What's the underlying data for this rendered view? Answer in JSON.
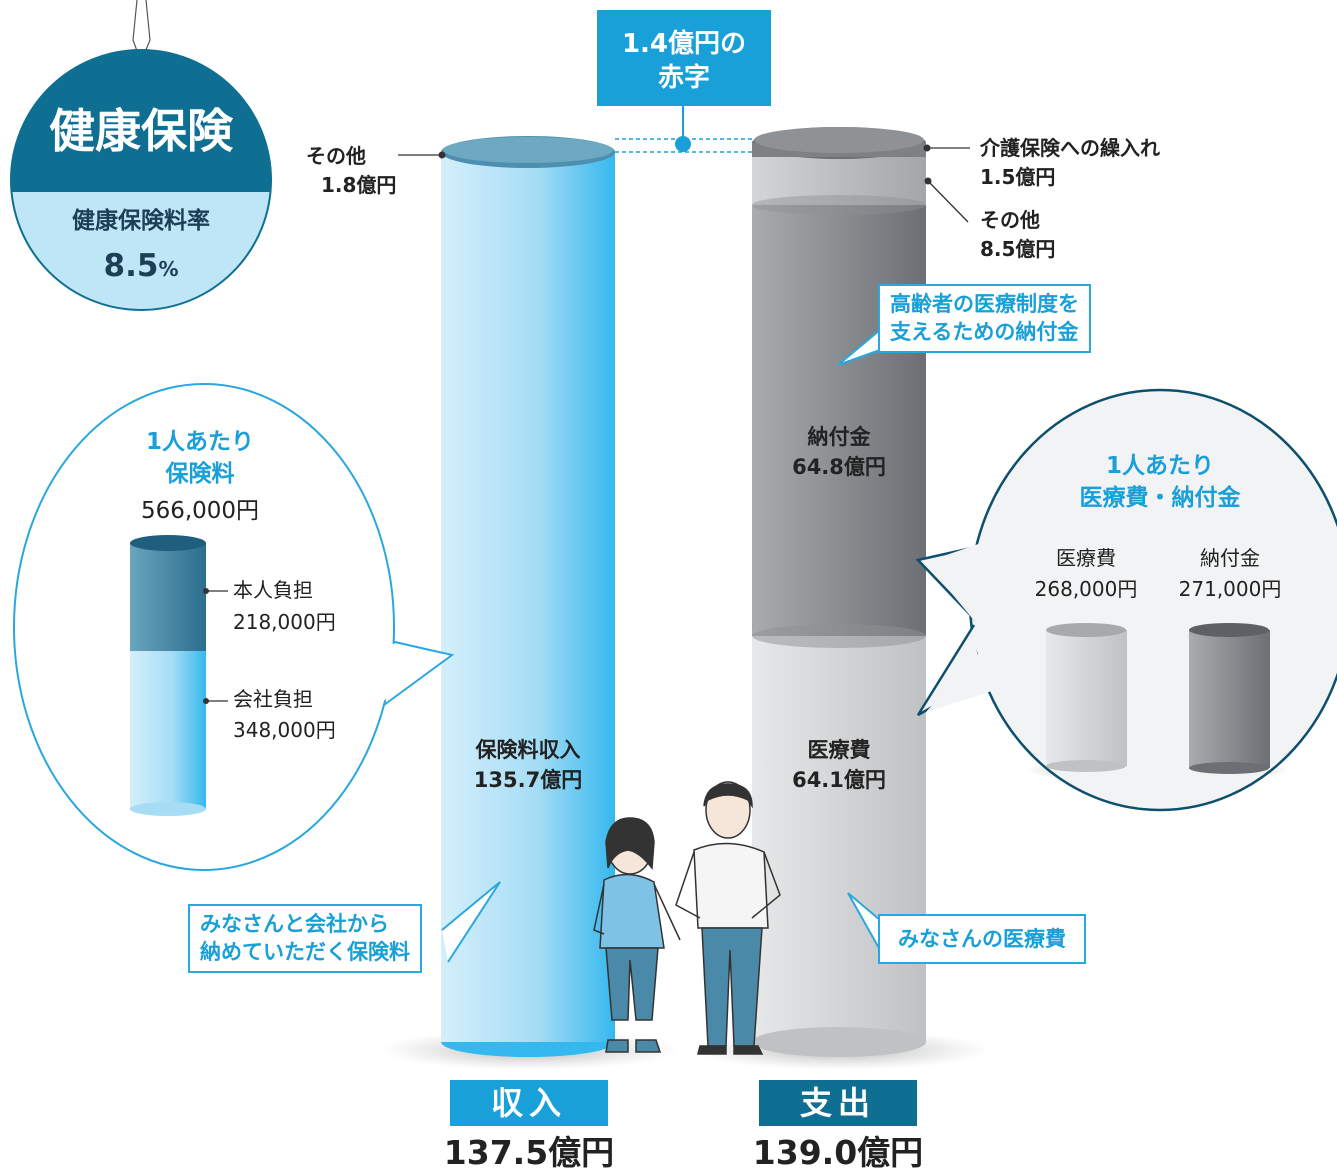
{
  "badge": {
    "title": "健康保険",
    "rate_label": "健康保険料率",
    "rate_value": "8.5",
    "rate_unit": "%"
  },
  "deficit": {
    "line1": "1.4億円の",
    "line2": "赤字"
  },
  "income": {
    "tag": "収入",
    "total": "137.5億円",
    "main_label": "保険料収入",
    "main_value": "135.7億円",
    "other_label": "その他",
    "other_value": "1.8億円",
    "callout_line1": "みなさんと会社から",
    "callout_line2": "納めていただく保険料"
  },
  "expense": {
    "tag": "支出",
    "total": "139.0億円",
    "care_label": "介護保険への繰入れ",
    "care_value": "1.5億円",
    "other_label": "その他",
    "other_value": "8.5億円",
    "contribution_label": "納付金",
    "contribution_value": "64.8億円",
    "medical_label": "医療費",
    "medical_value": "64.1億円",
    "elderly_callout_line1": "高齢者の医療制度を",
    "elderly_callout_line2": "支えるための納付金",
    "medical_callout": "みなさんの医療費"
  },
  "per_person_premium": {
    "title_line1": "1人あたり",
    "title_line2": "保険料",
    "total": "566,000円",
    "self_label": "本人負担",
    "self_value": "218,000円",
    "company_label": "会社負担",
    "company_value": "348,000円"
  },
  "per_person_cost": {
    "title_line1": "1人あたり",
    "title_line2": "医療費・納付金",
    "medical_label": "医療費",
    "medical_value": "268,000円",
    "contribution_label": "納付金",
    "contribution_value": "271,000円"
  },
  "colors": {
    "accent": "#1aa0d8",
    "dark_teal": "#0e6f92",
    "light_blue": "#bfe6f7"
  }
}
